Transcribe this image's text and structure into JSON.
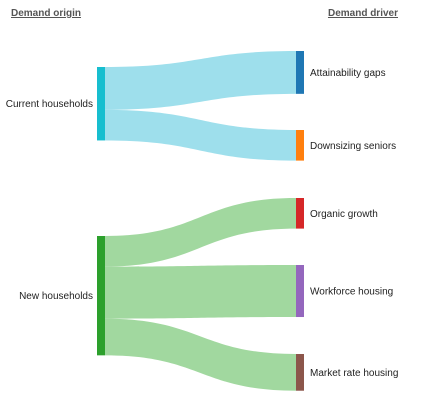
{
  "chart_data": {
    "type": "sankey",
    "headers": {
      "left": "Demand origin",
      "right": "Demand driver"
    },
    "sources": [
      {
        "name": "Current households",
        "color": "#17becf",
        "link_color": "#9edfec"
      },
      {
        "name": "New households",
        "color": "#2ca02c",
        "link_color": "#a1d89f"
      }
    ],
    "targets": [
      {
        "name": "Attainability gaps",
        "color": "#1f77b4"
      },
      {
        "name": "Downsizing seniors",
        "color": "#ff7f0e"
      },
      {
        "name": "Organic growth",
        "color": "#d62728"
      },
      {
        "name": "Workforce housing",
        "color": "#9467bd"
      },
      {
        "name": "Market rate housing",
        "color": "#8c564b"
      }
    ],
    "links": [
      {
        "source": "Current households",
        "target": "Attainability gaps",
        "value": 14
      },
      {
        "source": "Current households",
        "target": "Downsizing seniors",
        "value": 10
      },
      {
        "source": "New households",
        "target": "Organic growth",
        "value": 10
      },
      {
        "source": "New households",
        "target": "Workforce housing",
        "value": 17
      },
      {
        "source": "New households",
        "target": "Market rate housing",
        "value": 12
      }
    ]
  }
}
